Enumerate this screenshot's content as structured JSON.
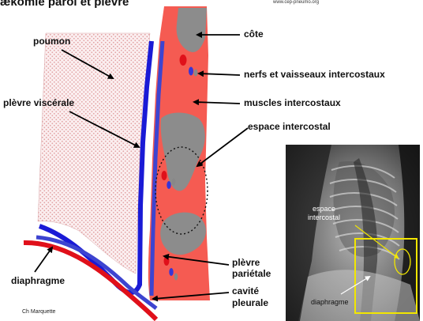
{
  "title": "ækomie paroi et plèvre",
  "website": "www.cep-pneumo.org",
  "credit": "Ch Marquette",
  "labels": {
    "poumon": "poumon",
    "plevre_viscerale": "plèvre viscérale",
    "diaphragme": "diaphragme",
    "cote": "côte",
    "nerfs_vaisseaux": "nerfs et vaisseaux intercostaux",
    "muscles": "muscles intercostaux",
    "espace_intercostal": "espace intercostal",
    "plevre_parietale_1": "plèvre",
    "plevre_parietale_2": "pariétale",
    "cavite_1": "cavité",
    "cavite_2": "pleurale"
  },
  "xray": {
    "espace_1": "espace",
    "espace_2": "intercostal",
    "diaphragme": "diaphragme"
  },
  "colors": {
    "muscle": "#f55b52",
    "bone": "#8a8a8a",
    "pleura_blue": "#1a1ad6",
    "pleura_parietal": "#3d44d0",
    "diaphragm_red": "#e0101a",
    "lung_pattern": "#e8b0b0",
    "xray_frame": "#f2e600"
  }
}
